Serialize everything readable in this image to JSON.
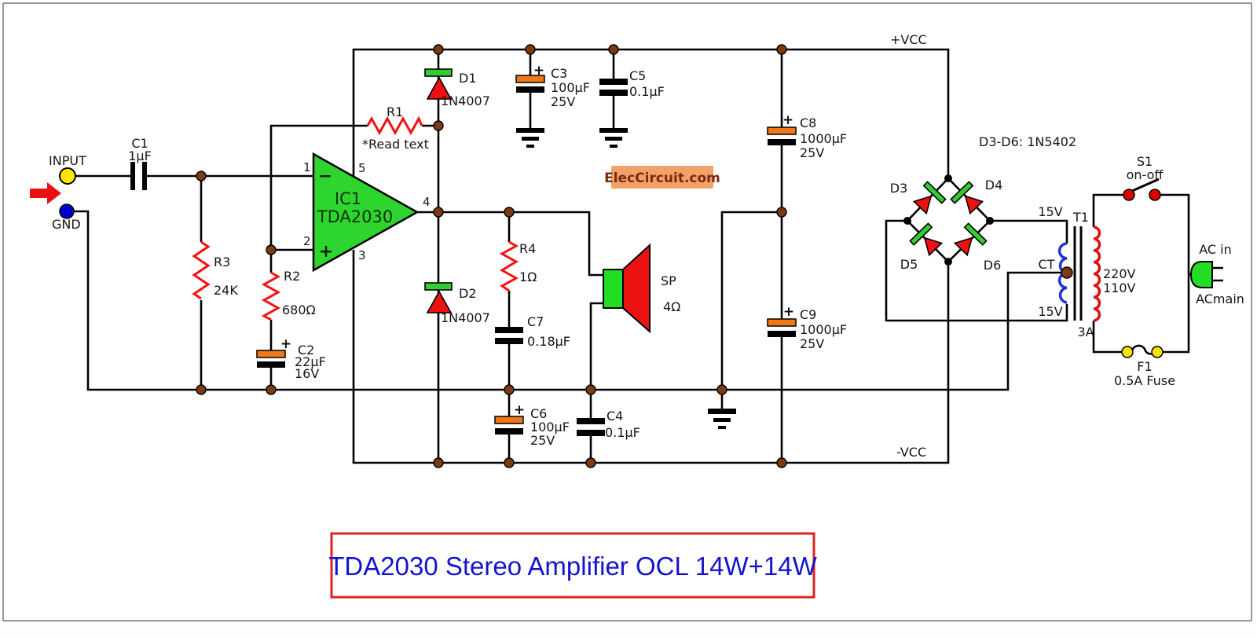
{
  "title_box": {
    "text": "TDA2030 Stereo Amplifier OCL 14W+14W"
  },
  "badge": {
    "text": "ElecCircuit.com"
  },
  "rails": {
    "pos": "+VCC",
    "neg": "-VCC"
  },
  "input": {
    "label": "INPUT",
    "gnd": "GND"
  },
  "ic": {
    "name": "IC1",
    "part": "TDA2030",
    "pin1": "1",
    "pin2": "2",
    "pin3": "3",
    "pin4": "4",
    "pin5": "5",
    "inv": "−",
    "noninv": "+"
  },
  "c1": {
    "name": "C1",
    "value": "1µF"
  },
  "r3": {
    "name": "R3",
    "value": "24K"
  },
  "r2": {
    "name": "R2",
    "value": "680Ω"
  },
  "c2": {
    "name": "C2",
    "value": "22µF",
    "volt": "16V",
    "plus": "+"
  },
  "r1": {
    "name": "R1",
    "note": "*Read text"
  },
  "d1": {
    "name": "D1",
    "part": "1N4007"
  },
  "d2": {
    "name": "D2",
    "part": "1N4007"
  },
  "c3": {
    "name": "C3",
    "value": "100µF",
    "volt": "25V",
    "plus": "+"
  },
  "c5": {
    "name": "C5",
    "value": "0.1µF"
  },
  "c8": {
    "name": "C8",
    "value": "1000µF",
    "volt": "25V",
    "plus": "+"
  },
  "c9": {
    "name": "C9",
    "value": "1000µF",
    "volt": "25V",
    "plus": "+"
  },
  "r4": {
    "name": "R4",
    "value": "1Ω"
  },
  "c7": {
    "name": "C7",
    "value": "0.18µF"
  },
  "c6": {
    "name": "C6",
    "value": "100µF",
    "volt": "25V",
    "plus": "+"
  },
  "c4": {
    "name": "C4",
    "value": "0.1µF"
  },
  "sp": {
    "name": "SP",
    "value": "4Ω"
  },
  "bridge": {
    "note": "D3-D6: 1N5402",
    "d3": "D3",
    "d4": "D4",
    "d5": "D5",
    "d6": "D6"
  },
  "t1": {
    "name": "T1",
    "sec_top": "15V",
    "ct": "CT",
    "sec_bot": "15V",
    "prim1": "220V",
    "prim2": "110V",
    "rating": "3A"
  },
  "s1": {
    "name": "S1",
    "mode": "on-off"
  },
  "f1": {
    "name": "F1",
    "label": "0.5A Fuse"
  },
  "ac": {
    "in_label": "AC in",
    "main_label": "ACmain"
  },
  "colors": {
    "ic_green": "#2ed52e",
    "diode_red": "#ee1111",
    "diode_band_green": "#33cc33",
    "resistor_red": "#f51111",
    "electrolytic_orange": "#f07818",
    "junction_brown": "#7d3a10",
    "title_blue": "#1414cc",
    "title_border_red": "#e02020",
    "badge_orange": "#f2a266",
    "coil_secondary_blue": "#2233dd",
    "coil_primary_red": "#dd1111",
    "terminal_yellow": "#ffe500",
    "terminal_blue": "#0000cc",
    "switch_red": "#dd0000"
  }
}
